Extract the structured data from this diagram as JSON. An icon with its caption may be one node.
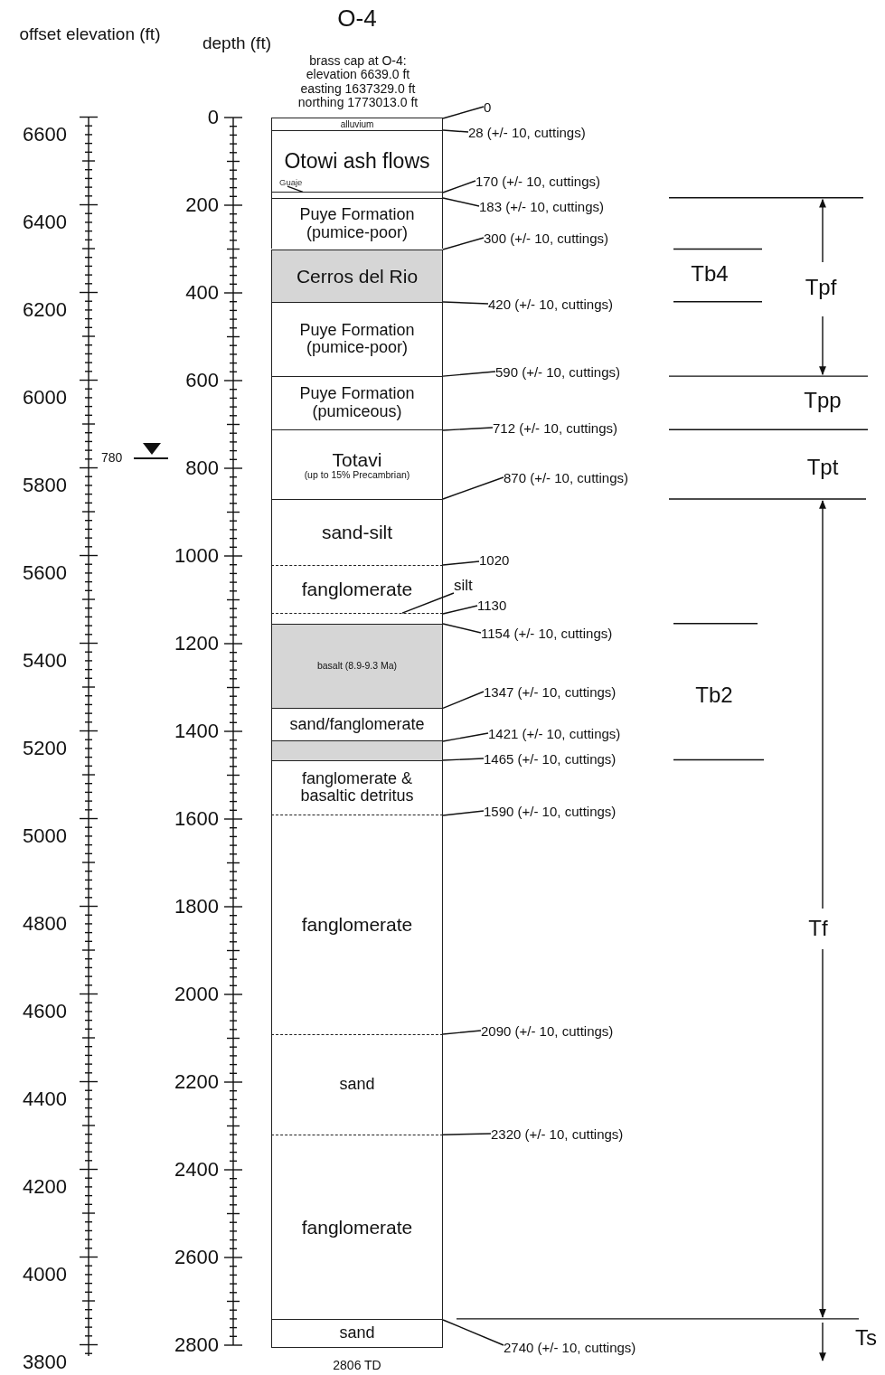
{
  "diagram": {
    "title": "O-4",
    "nodes": [
      {
        "text": [
          "alluvium"
        ]
      },
      {
        "text": [
          "Otowi ash flows"
        ]
      },
      {
        "text": [
          "Guaje"
        ],
        "in": 1
      },
      {
        "text": [],
        "shape": "box"
      },
      {
        "text": [
          "Puye Formation (pumice-poor)"
        ]
      },
      {
        "text": [
          "Cerros del Rio"
        ]
      },
      {
        "text": [
          "Puye Formation (pumice-poor)"
        ]
      },
      {
        "text": [
          "Puye Formation (pumiceous)"
        ]
      },
      {
        "text": [
          "Totavi",
          "(up to 15% Precambrian)"
        ]
      },
      {
        "text": [
          "sand-silt"
        ]
      },
      {
        "text": [
          "fanglomerate"
        ]
      },
      {
        "text": [
          "silt"
        ]
      },
      {
        "text": [],
        "shape": "box"
      },
      {
        "text": [
          "basalt (8.9-9.3 Ma)"
        ]
      },
      {
        "text": [
          "sand/fanglomerate"
        ]
      },
      {
        "text": [],
        "shape": "box"
      },
      {
        "text": [
          "fanglomerate & basaltic detritus"
        ]
      },
      {
        "text": [
          "fanglomerate"
        ]
      },
      {
        "text": [
          "sand"
        ]
      },
      {
        "text": [
          "fanglomerate"
        ]
      },
      {
        "text": [
          "sand"
        ]
      },
      {
        "text": [
          "0"
        ]
      },
      {
        "text": [
          "28 (+/- 10, cuttings)"
        ]
      },
      {
        "text": [
          "170 (+/- 10, cuttings)"
        ]
      },
      {
        "text": [
          "183 (+/- 10, cuttings)"
        ]
      },
      {
        "text": [
          "300 (+/- 10, cuttings)"
        ]
      },
      {
        "text": [
          "420 (+/- 10, cuttings)"
        ]
      },
      {
        "text": [
          "590 (+/- 10, cuttings)"
        ]
      },
      {
        "text": [
          "712 (+/- 10, cuttings)"
        ]
      },
      {
        "text": [
          "870 (+/- 10, cuttings)"
        ]
      },
      {
        "text": [
          "1020"
        ]
      },
      {
        "text": [
          "1130"
        ]
      },
      {
        "text": [
          "1154 (+/- 10, cuttings)"
        ]
      },
      {
        "text": [
          "1347 (+/- 10, cuttings)"
        ]
      },
      {
        "text": [
          "1421 (+/- 10, cuttings)"
        ]
      },
      {
        "text": [
          "1465 (+/- 10, cuttings)"
        ]
      },
      {
        "text": [
          "1590 (+/- 10, cuttings)"
        ]
      },
      {
        "text": [
          "2090 (+/- 10, cuttings)"
        ]
      },
      {
        "text": [
          "2320 (+/- 10, cuttings)"
        ]
      },
      {
        "text": [
          "2740 (+/- 10, cuttings)"
        ]
      }
    ],
    "edges": [
      {
        "from": 2,
        "to": 3,
        "arrow": "none"
      },
      {
        "from": 11,
        "to": 12,
        "arrow": "none"
      },
      {
        "from": 21,
        "to": 0,
        "arrow": "none"
      },
      {
        "from": 22,
        "to": 1,
        "arrow": "none"
      },
      {
        "from": 23,
        "to": 3,
        "arrow": "none"
      },
      {
        "from": 24,
        "to": 4,
        "arrow": "none"
      },
      {
        "from": 25,
        "to": 5,
        "arrow": "none"
      },
      {
        "from": 26,
        "to": 6,
        "arrow": "none"
      },
      {
        "from": 27,
        "to": 7,
        "arrow": "none"
      },
      {
        "from": 28,
        "to": 8,
        "arrow": "none"
      },
      {
        "from": 29,
        "to": 9,
        "arrow": "none"
      },
      {
        "from": 30,
        "to": 10,
        "arrow": "none"
      },
      {
        "from": 31,
        "to": 12,
        "arrow": "none"
      },
      {
        "from": 32,
        "to": 13,
        "arrow": "none"
      },
      {
        "from": 33,
        "to": 14,
        "arrow": "none"
      },
      {
        "from": 34,
        "to": 15,
        "arrow": "none"
      },
      {
        "from": 35,
        "to": 16,
        "arrow": "none"
      },
      {
        "from": 36,
        "to": 17,
        "arrow": "none"
      },
      {
        "from": 37,
        "to": 18,
        "arrow": "none"
      },
      {
        "from": 38,
        "to": 19,
        "arrow": "none"
      },
      {
        "from": 39,
        "to": 20,
        "arrow": "none"
      }
    ],
    "labels": [
      "offset elevation (ft)",
      "depth (ft)",
      "brass cap at O-4: elevation 6639.0 ft easting 1637329.0 ft northing 1773013.0 ft",
      "6600",
      "6400",
      "6200",
      "6000",
      "5800",
      "5600",
      "5400",
      "5200",
      "5000",
      "4800",
      "4600",
      "4400",
      "4200",
      "4000",
      "3800",
      "0",
      "200",
      "400",
      "600",
      "800",
      "1000",
      "1200",
      "1400",
      "1600",
      "1800",
      "2000",
      "2200",
      "2400",
      "2600",
      "2800",
      "780",
      "Tb4",
      "Tpf",
      "Tpp",
      "Tpt",
      "Tb2",
      "Tf",
      "Ts",
      "2806 TD"
    ]
  }
}
